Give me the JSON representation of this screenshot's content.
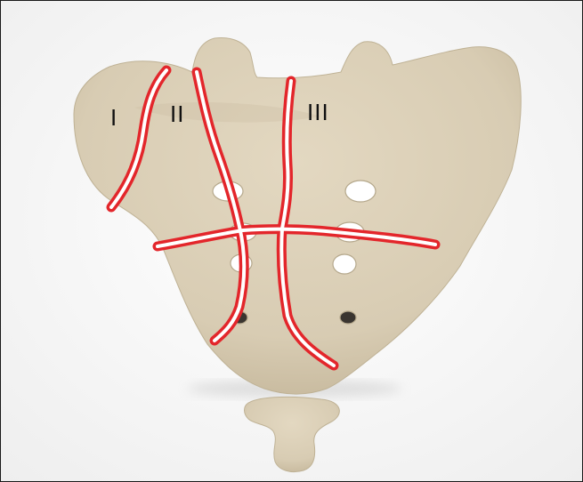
{
  "figure": {
    "zone_labels": [
      "I",
      "II",
      "III"
    ]
  },
  "colors": {
    "background": "#ffffff",
    "bone": "#dbcfb7",
    "bone_shadow": "#c2b498",
    "fracture_line": "#e3262b",
    "fracture_core": "#ffffff",
    "label": "#111111"
  }
}
